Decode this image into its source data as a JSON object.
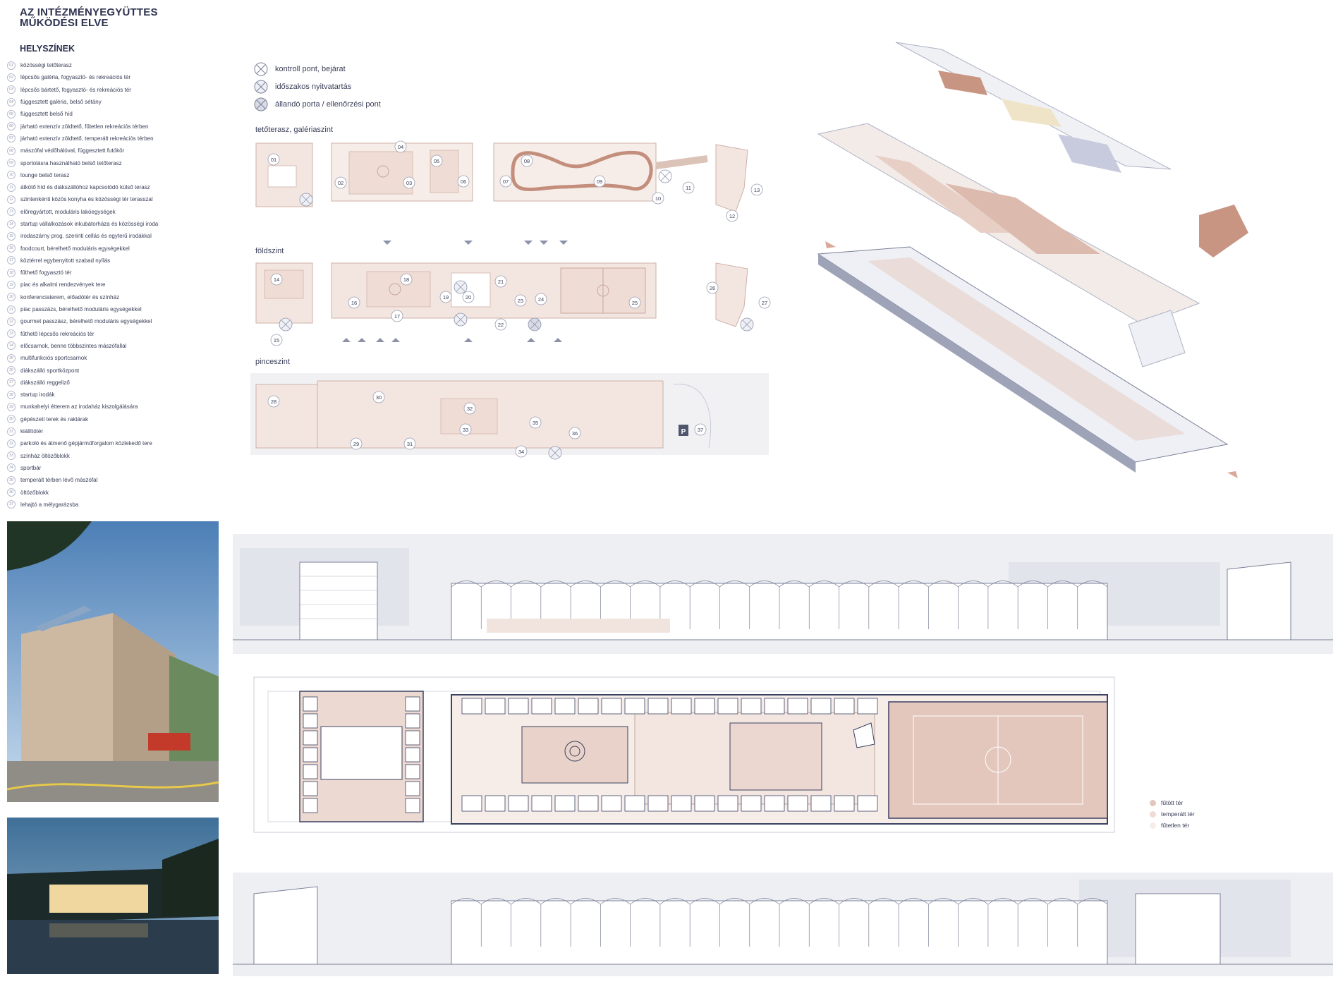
{
  "header": {
    "title_line1": "AZ INTÉZMÉNYEGYÜTTES",
    "title_line2": "MŰKÖDÉSI ELVE",
    "subtitle": "HELYSZÍNEK"
  },
  "locations": [
    {
      "num": "01",
      "label": "közösségi tetőterasz"
    },
    {
      "num": "02",
      "label": "lépcsős galéria, fogyasztó- és rekreációs tér"
    },
    {
      "num": "03",
      "label": "lépcsős bártető, fogyasztó- és rekreációs tér"
    },
    {
      "num": "04",
      "label": "függesztett galéria, belső sétány"
    },
    {
      "num": "05",
      "label": "függesztett belső híd"
    },
    {
      "num": "06",
      "label": "járható extenzív zöldtető, fűtetlen rekreációs térben"
    },
    {
      "num": "07",
      "label": "járható extenzív zöldtető, temperált rekreációs térben"
    },
    {
      "num": "08",
      "label": "mászófal védőhálóval, függesztett futókör"
    },
    {
      "num": "09",
      "label": "sportolásra használható belső tetőterasz"
    },
    {
      "num": "10",
      "label": "lounge belső terasz"
    },
    {
      "num": "11",
      "label": "átkötő híd és diákszállóhoz kapcsolódó külső terasz"
    },
    {
      "num": "12",
      "label": "szintenkénti közös konyha és közösségi tér terasszal"
    },
    {
      "num": "13",
      "label": "előregyártott, moduláris lakóegységek"
    },
    {
      "num": "14",
      "label": "startup vállalkozások inkubátorháza és közösségi iroda"
    },
    {
      "num": "15",
      "label": "irodaszárny prog. szerinti cellás és egyterű irodákkal"
    },
    {
      "num": "16",
      "label": "foodcourt,  bérelhető moduláris egységekkel"
    },
    {
      "num": "17",
      "label": "köztérrel egybenyitott szabad nyílás"
    },
    {
      "num": "18",
      "label": "fűthető fogyasztó tér"
    },
    {
      "num": "19",
      "label": "piac és alkalmi rendezvények tere"
    },
    {
      "num": "20",
      "label": "konferenciaterem, előadótér és színház"
    },
    {
      "num": "21",
      "label": "piac passzázs, bérelhető moduláris egységekkel"
    },
    {
      "num": "22",
      "label": "gourmet passzász, bérelhető moduláris egységekkel"
    },
    {
      "num": "23",
      "label": "fűthető lépcsős rekreációs tér"
    },
    {
      "num": "24",
      "label": "előcsarnok, benne többszintes mászófallal"
    },
    {
      "num": "25",
      "label": "multifunkciós sportcsarnok"
    },
    {
      "num": "26",
      "label": "diákszálló sportközpont"
    },
    {
      "num": "27",
      "label": "diákszálló reggeliző"
    },
    {
      "num": "28",
      "label": "startup irodák"
    },
    {
      "num": "29",
      "label": "munkahelyi étterem az irodaház kiszolgálására"
    },
    {
      "num": "30",
      "label": "gépészeti terek és raktárak"
    },
    {
      "num": "31",
      "label": "kiállítótér"
    },
    {
      "num": "32",
      "label": "parkoló és átmenő gépjárműforgalom közlekedő tere"
    },
    {
      "num": "33",
      "label": "színház öltözőblokk"
    },
    {
      "num": "34",
      "label": "sportbár"
    },
    {
      "num": "35",
      "label": "temperált térben lévő mászófal"
    },
    {
      "num": "36",
      "label": "öltözőblokk"
    },
    {
      "num": "37",
      "label": "lehajtó a mélygarázsba"
    }
  ],
  "access_legend": [
    {
      "label": "kontroll pont, bejárat",
      "icon": "control-point-icon"
    },
    {
      "label": "időszakos nyitvatartás",
      "icon": "periodic-opening-icon"
    },
    {
      "label": "állandó porta / ellenőrzési pont",
      "icon": "permanent-gate-icon"
    }
  ],
  "levels": {
    "roof": "tetőterasz, galériaszint",
    "ground": "földszint",
    "basement": "pinceszint"
  },
  "parking_symbol": "P",
  "zone_legend": [
    {
      "label": "fűtött tér",
      "color": "#e3c7bd"
    },
    {
      "label": "temperált tér",
      "color": "#efdcd4"
    },
    {
      "label": "fűtetlen tér",
      "color": "#f6ede9"
    }
  ],
  "colors": {
    "heated": "#e3c7bd",
    "tempered": "#efdcd4",
    "unheated": "#f6ede9",
    "line": "#3b4262",
    "grey": "#d9dbe5"
  }
}
